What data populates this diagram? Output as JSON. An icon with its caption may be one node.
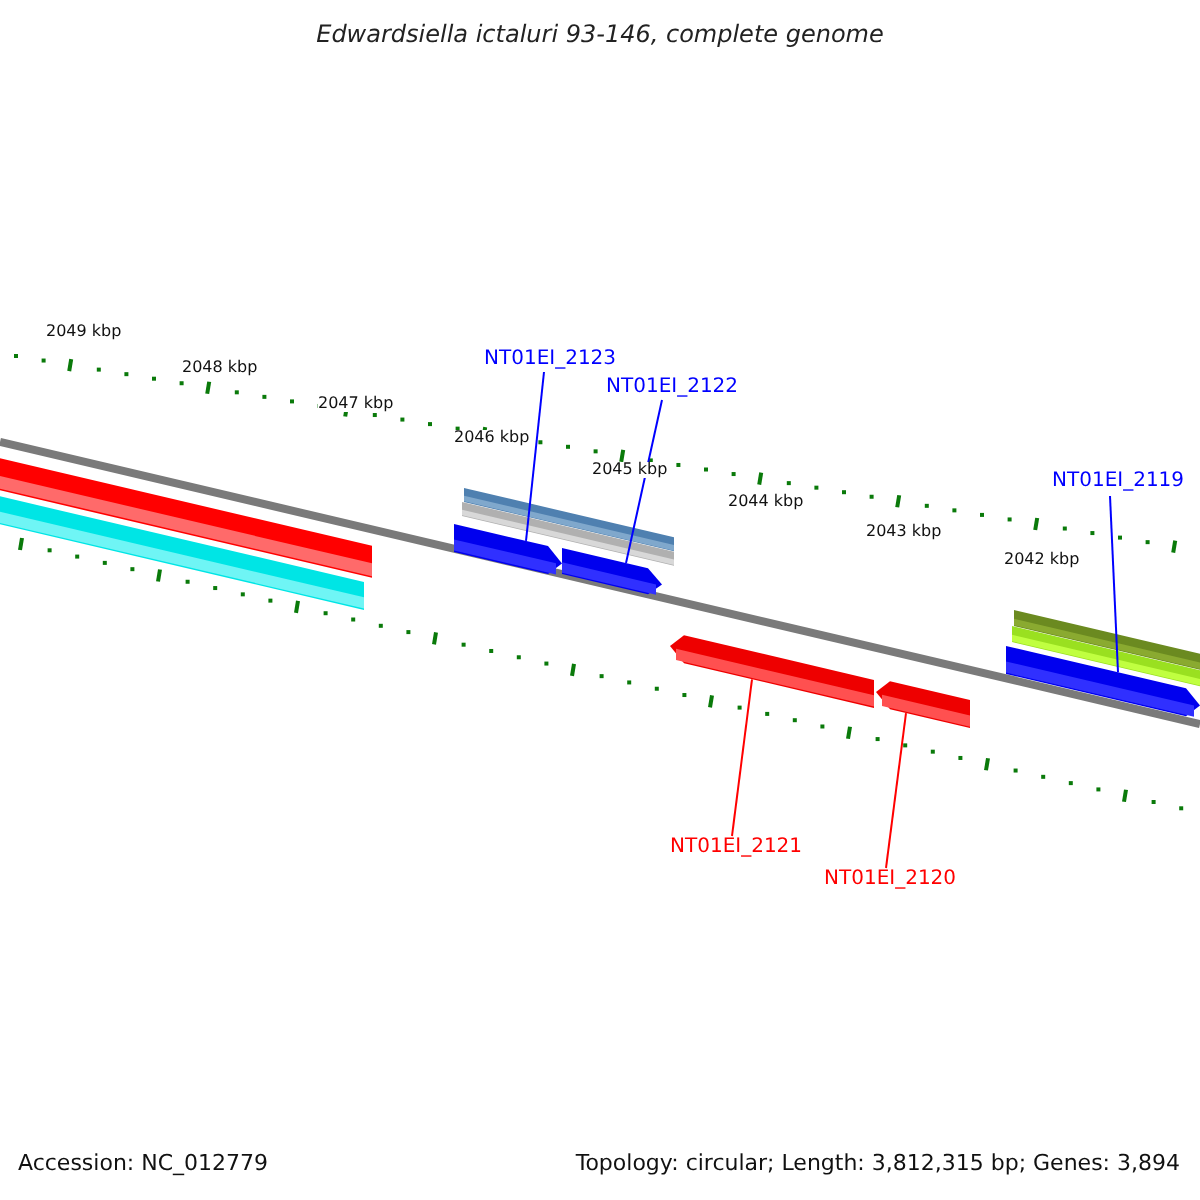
{
  "diagram": {
    "title": "Edwardsiella ictaluri 93-146, complete genome",
    "nodes": [
      {
        "text": [
          "NT01EI_2123"
        ]
      },
      {
        "text": [
          "NT01EI_2122"
        ]
      },
      {
        "text": [
          "NT01EI_2119"
        ]
      },
      {
        "text": [
          "NT01EI_2121"
        ]
      },
      {
        "text": [
          "NT01EI_2120"
        ]
      },
      {
        "text": [],
        "shape": "bar"
      },
      {
        "text": [],
        "shape": "bar"
      },
      {
        "text": [],
        "shape": "bar"
      },
      {
        "text": [],
        "shape": "bar"
      },
      {
        "text": [],
        "shape": "bar"
      }
    ],
    "edges": [
      {
        "from": 0,
        "to": 5,
        "arrow": "none"
      },
      {
        "from": 1,
        "to": 6,
        "arrow": "none"
      },
      {
        "from": 2,
        "to": 7,
        "arrow": "none"
      },
      {
        "from": 3,
        "to": 8,
        "arrow": "none",
        "color": "#ff0000"
      },
      {
        "from": 4,
        "to": 9,
        "arrow": "none",
        "color": "#ff0000"
      }
    ],
    "labels": [
      "2049 kbp",
      "2048 kbp",
      "2047 kbp",
      "2046 kbp",
      "2045 kbp",
      "2044 kbp",
      "2043 kbp",
      "2042 kbp",
      "Accession: NC_012779",
      "Topology: circular; Length: 3,812,315 bp; Genes: 3,894"
    ]
  }
}
